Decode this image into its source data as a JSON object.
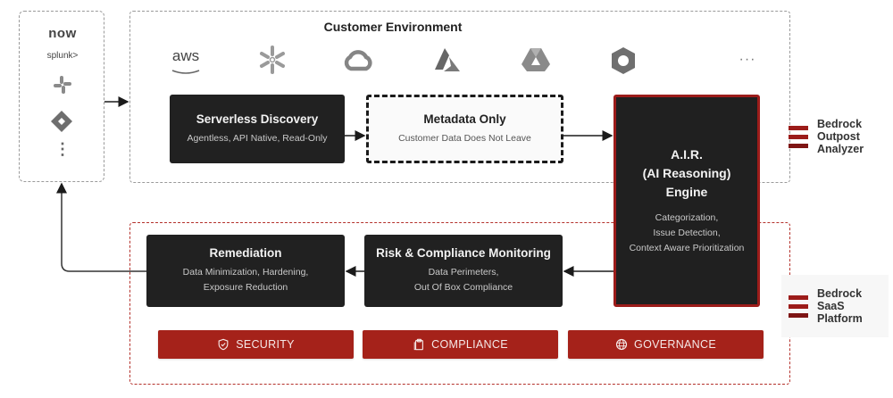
{
  "customer_environment": {
    "title": "Customer Environment",
    "cloud_logos": [
      "aws",
      "snowflake",
      "google-cloud",
      "azure",
      "google-drive",
      "microsoft-365",
      "more"
    ],
    "aws_label": "aws",
    "more_label": "···"
  },
  "integrations": {
    "servicenow_label": "now",
    "splunk_label": "splunk>",
    "items": [
      "servicenow",
      "splunk",
      "slack",
      "jira",
      "more"
    ],
    "more_label": "⋮"
  },
  "boxes": {
    "discovery": {
      "title": "Serverless Discovery",
      "subtitle": "Agentless, API Native, Read-Only"
    },
    "metadata": {
      "title": "Metadata Only",
      "subtitle": "Customer Data Does Not Leave"
    },
    "air": {
      "title_lines": [
        "A.I.R.",
        "(AI Reasoning)",
        "Engine"
      ],
      "detail_lines": [
        "Categorization,",
        "Issue Detection,",
        "Context Aware Prioritization"
      ]
    },
    "risk": {
      "title": "Risk & Compliance Monitoring",
      "subtitle_lines": [
        "Data Perimeters,",
        "Out Of Box Compliance"
      ]
    },
    "remediation": {
      "title": "Remediation",
      "subtitle_lines": [
        "Data Minimization, Hardening,",
        "Exposure Reduction"
      ]
    }
  },
  "pillars": [
    {
      "label": "SECURITY",
      "icon": "shield-check-icon"
    },
    {
      "label": "COMPLIANCE",
      "icon": "clipboard-icon"
    },
    {
      "label": "GOVERNANCE",
      "icon": "globe-icon"
    }
  ],
  "legend": {
    "outpost": [
      "Bedrock",
      "Outpost",
      "Analyzer"
    ],
    "saas": [
      "Bedrock",
      "SaaS",
      "Platform"
    ]
  },
  "colors": {
    "brand_red": "#a5221a",
    "dark_box": "#212121",
    "dashed_gray": "#9a9a9a"
  }
}
